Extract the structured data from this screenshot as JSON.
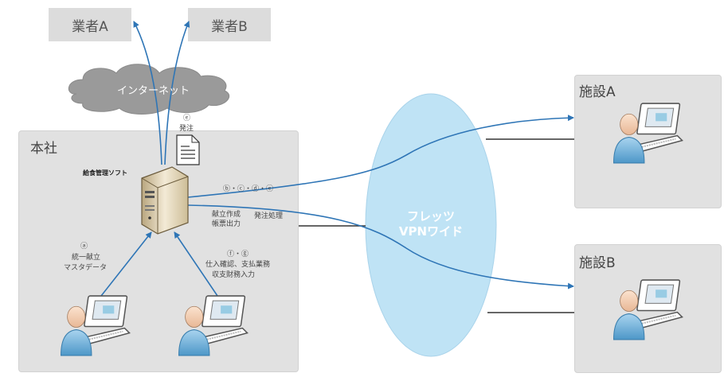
{
  "vendors": {
    "a": "業者A",
    "b": "業者B"
  },
  "internet_label": "インターネット",
  "vpn": {
    "line1": "フレッツ",
    "line2": "VPNワイド"
  },
  "hq": {
    "title": "本社",
    "software": "給食管理ソフト",
    "order_marker": "ⓔ",
    "order_label": "発注",
    "flow_marker": "ⓑ・ⓒ・ⓓ・ⓔ",
    "menu_label_1": "献立作成",
    "menu_label_2": "帳票出力",
    "order_process": "発注処理",
    "left_marker": "ⓐ",
    "left_label_1": "統一献立",
    "left_label_2": "マスタデータ",
    "right_marker": "ⓕ・ⓖ",
    "right_label_1": "仕入確認、支払業務",
    "right_label_2": "収支財務入力"
  },
  "facilities": {
    "a": "施設A",
    "b": "施設B"
  },
  "colors": {
    "arrow": "#2e75b6",
    "panel": "#e1e1e1",
    "vpn": "#bfe3f5",
    "cloud": "#9a9a9a"
  }
}
